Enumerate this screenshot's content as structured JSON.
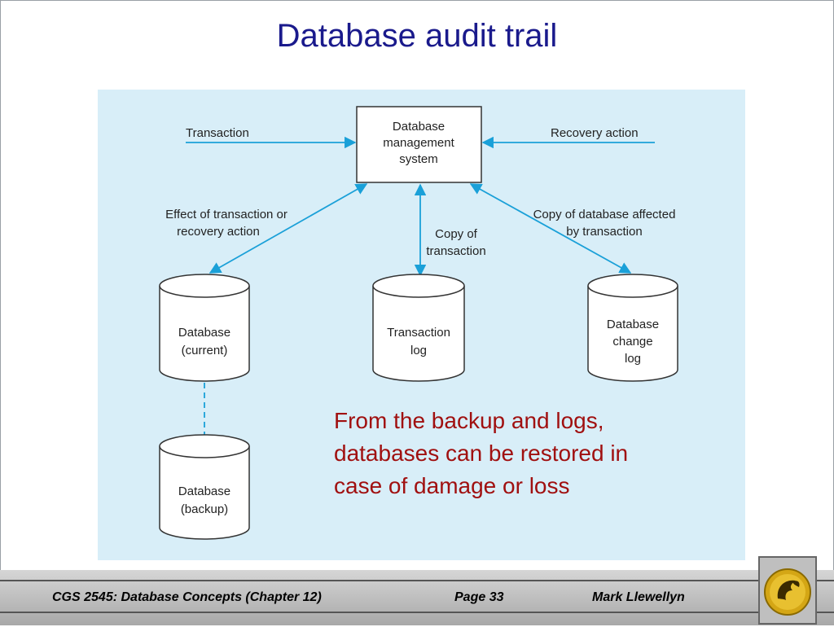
{
  "title": "Database audit trail",
  "diagram": {
    "dbms": [
      "Database",
      "management",
      "system"
    ],
    "transaction": "Transaction",
    "recovery_action": "Recovery action",
    "effect": [
      "Effect of transaction or",
      "recovery action"
    ],
    "copy_of_transaction": [
      "Copy of",
      "transaction"
    ],
    "copy_affected": [
      "Copy of database affected",
      "by transaction"
    ],
    "db_current": [
      "Database",
      "(current)"
    ],
    "transaction_log": [
      "Transaction",
      "log"
    ],
    "db_change_log": [
      "Database",
      "change",
      "log"
    ],
    "db_backup": [
      "Database",
      "(backup)"
    ]
  },
  "callout": "From the backup and logs, databases can be restored in case of damage or loss",
  "footer": {
    "course": "CGS 2545: Database Concepts  (Chapter 12)",
    "page": "Page 33",
    "author": "Mark Llewellyn"
  },
  "colors": {
    "title": "#1a1a8c",
    "diagram_bg": "#d8eef8",
    "arrow": "#1aa0d8",
    "callout": "#a01010"
  }
}
